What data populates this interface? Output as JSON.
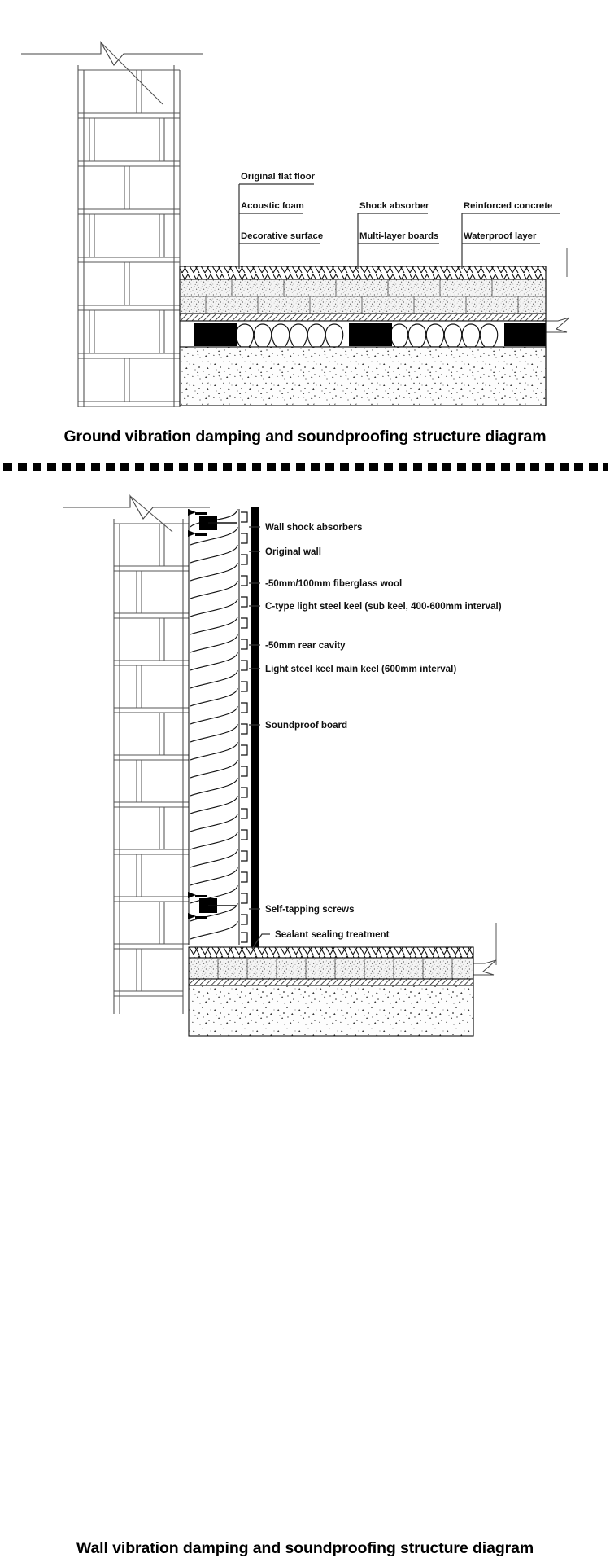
{
  "document": {
    "title": "Vibration damping and soundproofing structure diagrams",
    "background_color": "#ffffff",
    "line_color": "#000000"
  },
  "divider": {
    "style": "dashed",
    "color": "#000000"
  },
  "diagrams": [
    {
      "id": "ground",
      "caption": "Ground vibration damping and soundproofing structure diagram",
      "labels": [
        {
          "id": "original-flat-floor",
          "text": "Original flat floor"
        },
        {
          "id": "acoustic-foam",
          "text": "Acoustic foam"
        },
        {
          "id": "decorative-surface",
          "text": "Decorative surface"
        },
        {
          "id": "shock-absorber",
          "text": "Shock absorber"
        },
        {
          "id": "multi-layer-boards",
          "text": "Multi-layer boards"
        },
        {
          "id": "reinforced-concrete",
          "text": "Reinforced concrete"
        },
        {
          "id": "waterproof-layer",
          "text": "Waterproof layer"
        }
      ],
      "layers": [
        "decorative surface (zigzag hatch)",
        "multi-layer boards (speckled blocks)",
        "waterproof layer (diagonal hatch)",
        "acoustic foam (teardrop loops) with shock absorber blocks",
        "reinforced concrete (aggregate speckle)"
      ]
    },
    {
      "id": "wall",
      "caption": "Wall vibration damping and soundproofing structure diagram",
      "labels": [
        {
          "id": "wall-shock-absorbers",
          "text": "Wall shock absorbers"
        },
        {
          "id": "original-wall",
          "text": "Original wall"
        },
        {
          "id": "fiberglass-wool",
          "text": "-50mm/100mm fiberglass wool"
        },
        {
          "id": "c-type-light-steel-keel",
          "text": "C-type light steel keel (sub keel, 400-600mm interval)"
        },
        {
          "id": "rear-cavity",
          "text": "-50mm rear cavity"
        },
        {
          "id": "main-keel",
          "text": "Light steel keel main keel (600mm interval)"
        },
        {
          "id": "soundproof-board",
          "text": "Soundproof board"
        },
        {
          "id": "self-tapping-screws",
          "text": "Self-tapping screws"
        },
        {
          "id": "sealant-sealing",
          "text": "Sealant sealing treatment"
        }
      ],
      "layers": [
        "original brick wall",
        "wall shock absorbers (bracket anchors)",
        "fiberglass wool (loop hatch)",
        "light steel keel (C profiles)",
        "soundproof board (solid black)",
        "floor build-up with reinforced concrete"
      ]
    }
  ]
}
